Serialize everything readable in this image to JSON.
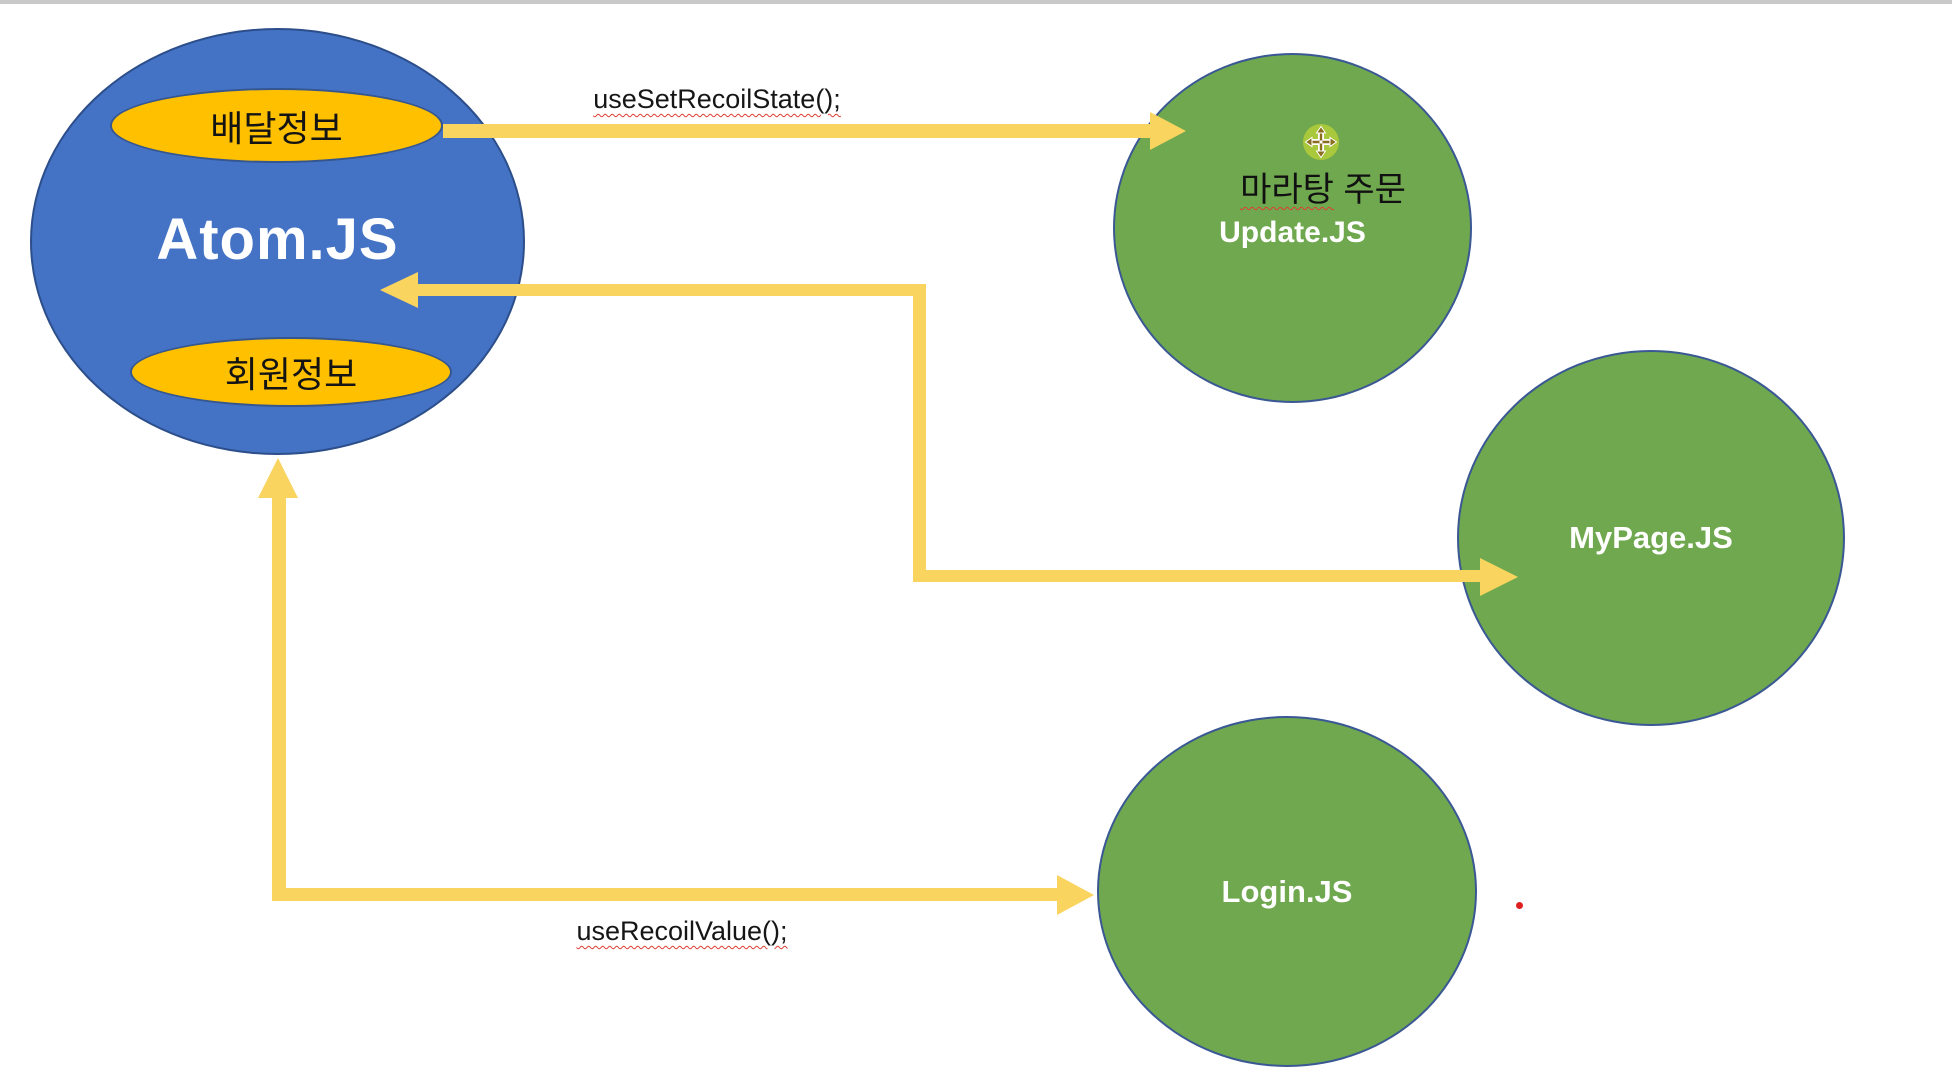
{
  "page": {
    "background": "#ffffff",
    "top_bar_color": "#c9c9c9"
  },
  "palette": {
    "atom_blue_fill": "#4472c4",
    "atom_blue_border": "#2c4e8a",
    "state_gold_fill": "#ffc000",
    "node_green_fill": "#6fa84f",
    "navy_border": "#35568f",
    "arrow_yellow": "#f9d45f",
    "white_text": "#ffffff",
    "black_text": "#161616",
    "squiggle_red": "#e03c31",
    "red_dot": "#e02020",
    "move_icon_circle": "#a9c83c",
    "move_icon_arrows": "#8a6d1e"
  },
  "atom": {
    "title": "Atom.JS",
    "state_delivery": "배달정보",
    "state_member": "회원정보"
  },
  "update_node": {
    "note_underlined": "마라탕",
    "note_rest": " 주문",
    "title": "Update.JS",
    "icon": "move-cursor-icon"
  },
  "mypage_node": {
    "title": "MyPage.JS"
  },
  "login_node": {
    "title": "Login.JS"
  },
  "arrows": {
    "set_label": "useSetRecoilState();",
    "get_label": "useRecoilValue();"
  }
}
